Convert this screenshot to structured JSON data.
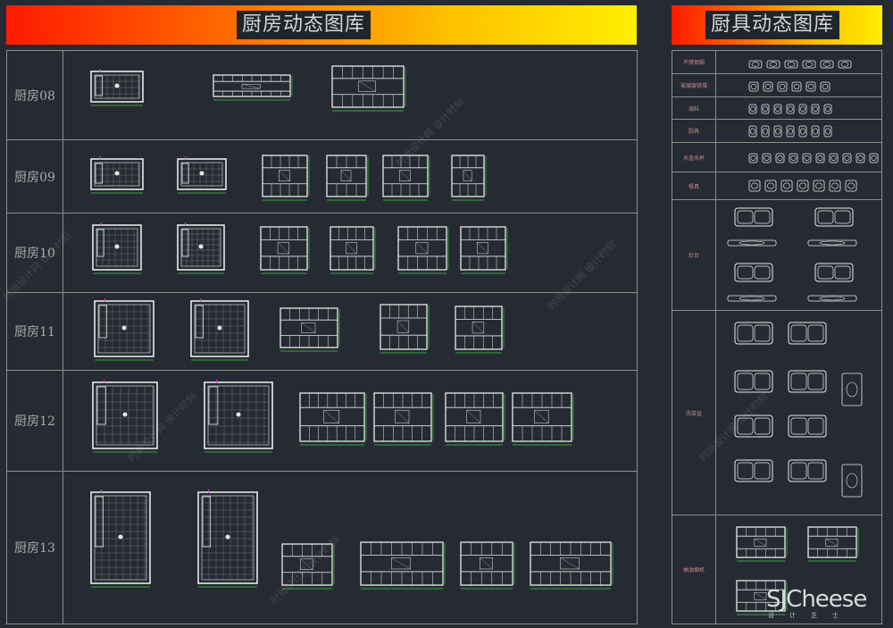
{
  "left_banner": {
    "title": "厨房动态图库"
  },
  "right_banner": {
    "title": "厨具动态图库"
  },
  "kitchens": [
    {
      "label": "厨房08",
      "drawings": 3
    },
    {
      "label": "厨房09",
      "drawings": 6
    },
    {
      "label": "厨房10",
      "drawings": 6
    },
    {
      "label": "厨房11",
      "drawings": 5
    },
    {
      "label": "厨房12",
      "drawings": 6
    },
    {
      "label": "厨房13",
      "drawings": 6
    }
  ],
  "appliances": [
    {
      "label": "不锈钢锅"
    },
    {
      "label": "玻璃铸铁煤"
    },
    {
      "label": "调料"
    },
    {
      "label": "厨具"
    },
    {
      "label": "水壶水杯"
    },
    {
      "label": "餐具"
    },
    {
      "label": "灶台"
    },
    {
      "label": "洗菜盆"
    },
    {
      "label": "抽油烟机"
    }
  ],
  "watermark": {
    "text": "时尚设计网 设计时刻"
  },
  "logo": {
    "name": "SJCheese",
    "tagline": "设计芝士"
  },
  "colors": {
    "line": "#e8e8e8",
    "accent_green": "#3bd13b",
    "accent_magenta": "#d94ad9",
    "label_red": "#c88b8b"
  }
}
